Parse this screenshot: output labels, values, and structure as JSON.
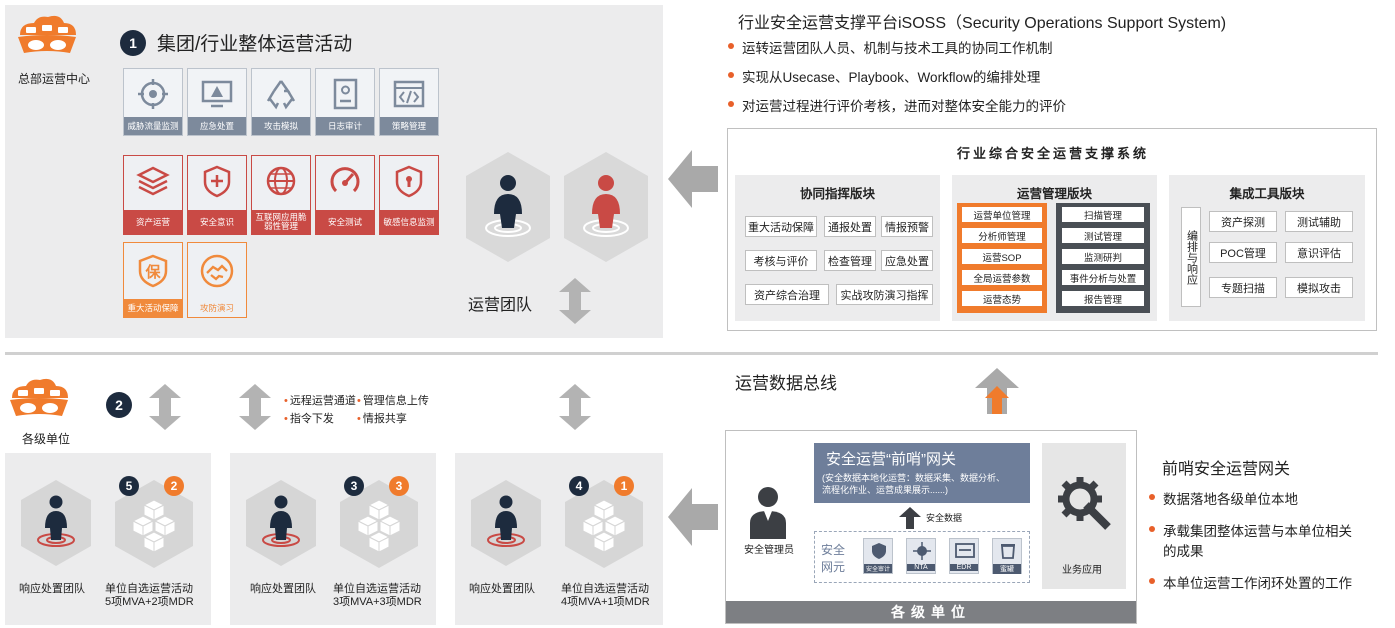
{
  "hq": {
    "cloud_label": "总部运营中心",
    "step_number": "1",
    "title": "集团/行业整体运营活动",
    "tiles_row1": [
      "威胁流量监测",
      "应急处置",
      "攻击模拟",
      "日志审计",
      "策略管理"
    ],
    "tiles_row2": [
      "资产运营",
      "安全意识",
      "互联网应用脆弱性管理",
      "安全测试",
      "敏感信息监测"
    ],
    "tiles_row3": [
      "重大活动保障",
      "攻防演习"
    ],
    "tile_row3_glyph": "保",
    "team_label": "运营团队"
  },
  "isoss": {
    "title": "行业安全运营支撑平台iSOSS（Security Operations Support System)",
    "bullets": [
      "运转运营团队人员、机制与技术工具的协同工作机制",
      "实现从Usecase、Playbook、Workflow的编排处理",
      "对运营过程进行评价考核，进而对整体安全能力的评价"
    ]
  },
  "system": {
    "title": "行业综合安全运营支撑系统",
    "coord": {
      "title": "协同指挥版块",
      "items": [
        [
          "重大活动保障",
          "通报处置",
          "情报预警"
        ],
        [
          "考核与评价",
          "检查管理",
          "应急处置"
        ],
        [
          "资产综合治理",
          "实战攻防演习指挥"
        ]
      ]
    },
    "ops": {
      "title": "运营管理版块",
      "left": [
        "运营单位管理",
        "分析师管理",
        "运营SOP",
        "全局运营参数",
        "运营态势"
      ],
      "right": [
        "扫描管理",
        "测试管理",
        "监测研判",
        "事件分析与处置",
        "报告管理"
      ]
    },
    "tools": {
      "title": "集成工具版块",
      "side": "编排与响应",
      "items": [
        [
          "资产探测",
          "测试辅助"
        ],
        [
          "POC管理",
          "意识评估"
        ],
        [
          "专题扫描",
          "模拟攻击"
        ]
      ]
    }
  },
  "bus": {
    "title": "运营数据总线"
  },
  "units": {
    "cloud_label": "各级单位",
    "step_number": "2",
    "channel_bullets": [
      "远程运营通道",
      "管理信息上传",
      "指令下发",
      "情报共享"
    ],
    "panels": [
      {
        "n1": "5",
        "n2": "2",
        "team": "响应处置团队",
        "act_line1": "单位自选运营活动",
        "act_line2": "5项MVA+2项MDR"
      },
      {
        "n1": "3",
        "n2": "3",
        "team": "响应处置团队",
        "act_line1": "单位自选运营活动",
        "act_line2": "3项MVA+3项MDR"
      },
      {
        "n1": "4",
        "n2": "1",
        "team": "响应处置团队",
        "act_line1": "单位自选运营活动",
        "act_line2": "4项MVA+1项MDR"
      }
    ]
  },
  "gateway": {
    "title": "安全运营“前哨”网关",
    "desc1": "(安全数据本地化运营：数据采集、数据分析、",
    "desc2": "流程化作业、运营成果展示......)",
    "admin": "安全管理员",
    "safe_data": "安全数据",
    "safe_elem1": "安全",
    "safe_elem2": "网元",
    "elements": [
      "安全审计",
      "NTA",
      "EDR",
      "蜜罐"
    ],
    "business": "业务应用",
    "footer": "各级单位"
  },
  "outpost": {
    "title": "前哨安全运营网关",
    "bullets": [
      "数据落地各级单位本地",
      "承载集团整体运营与本单位相关",
      "的成果",
      "本单位运营工作闭环处置的工作"
    ]
  },
  "colors": {
    "orange": "#f07b2c",
    "red": "#c94a45",
    "navy": "#1d2b3e",
    "slate": "#7d8a9c",
    "gateway_blue": "#6e7e9a"
  }
}
